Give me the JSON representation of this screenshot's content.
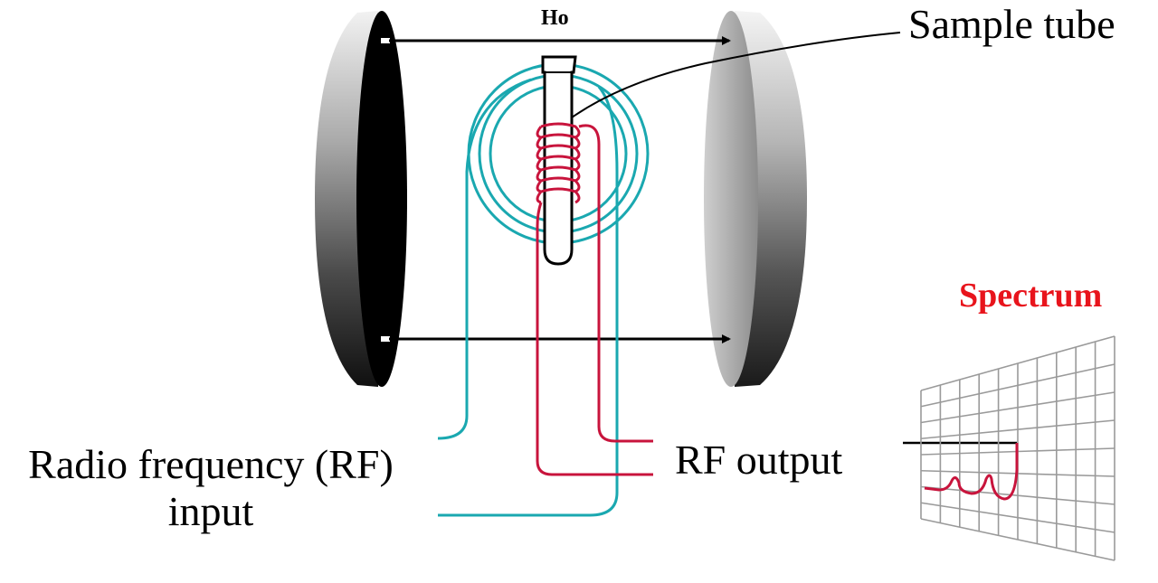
{
  "labels": {
    "field": "Ho",
    "sample_tube": "Sample tube",
    "rf_input_line1": "Radio frequency (RF)",
    "rf_input_line2": "input",
    "rf_output": "RF output",
    "spectrum": "Spectrum"
  },
  "colors": {
    "sweep_coil": "#1aa8b0",
    "rf_coil": "#c8143c",
    "spectrum_title": "#e8141c",
    "spectrum_trace": "#c8143c",
    "grid": "#9a9a9a",
    "field_arrow": "#000000"
  }
}
